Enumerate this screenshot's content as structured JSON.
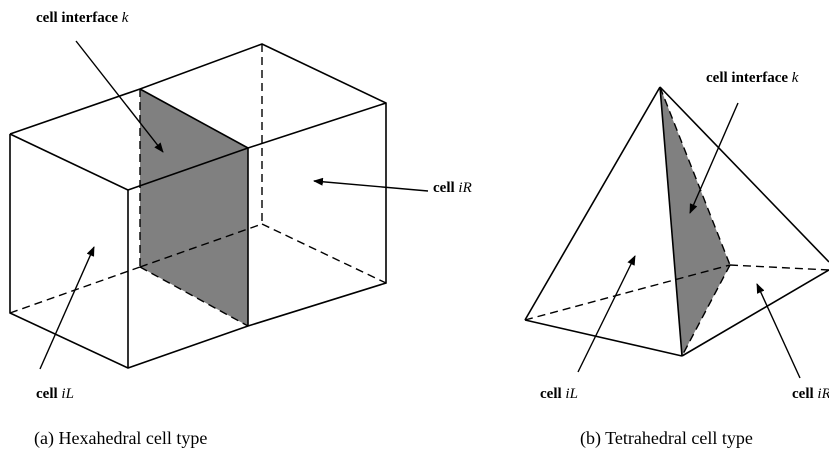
{
  "hexahedral": {
    "interface_label": "cell interface",
    "interface_var": "k",
    "right_cell_label": "cell",
    "right_cell_var": "iR",
    "left_cell_label": "cell",
    "left_cell_var": "iL",
    "caption": "(a) Hexahedral cell type"
  },
  "tetrahedral": {
    "interface_label": "cell interface",
    "interface_var": "k",
    "left_cell_label": "cell",
    "left_cell_var": "iL",
    "right_cell_label": "cell",
    "right_cell_var": "iR",
    "caption": "(b) Tetrahedral cell type"
  },
  "colors": {
    "interface_face": "#808080",
    "lines": "#000000"
  }
}
